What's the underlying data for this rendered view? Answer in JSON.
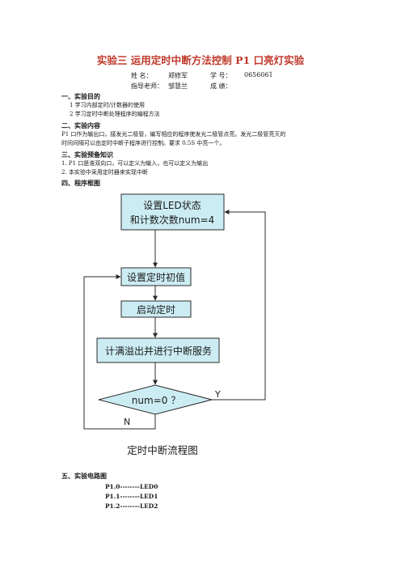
{
  "doc": {
    "title": "实验三  运用定时中断方法控制 P1 口亮灯实验",
    "info": {
      "name_label": "姓      名：",
      "name_value": "郑修军",
      "id_label": "学    号：",
      "id_value": "0656061",
      "teacher_label": "指导老师：",
      "teacher_value": "邹慧兰",
      "grade_label": "成    绩："
    },
    "sections": {
      "s1": {
        "heading": "一、实验目的",
        "lines": [
          "1 学习内部定时/计数器的使用",
          "2 学习定时中断处理程序的编程方法"
        ]
      },
      "s2": {
        "heading": "二、实验内容",
        "lines": [
          "P1 口作为输出口，接发光二极管，编写相应的程序使发光二极管点亮。发光二极管亮灭的",
          "时间间隔可以由定时中断子程序进行控制。要求 0.5S 中亮一个。"
        ]
      },
      "s3": {
        "heading": "三、实验预备知识",
        "lines": [
          "1.   P1 口是准双向口，可以定义为输入，也可以定义为输出",
          "2.   本实验中采用定时器来实现中断"
        ]
      },
      "s4": {
        "heading": "四、程序框图"
      },
      "s5": {
        "heading": "五、实验电路图",
        "lines": [
          "P1.0--------LED0",
          "P1.1--------LED1",
          "P1.2--------LED2"
        ]
      }
    },
    "flowchart": {
      "box1_line1": "设置LED状态",
      "box1_line2": "和计数次数num=4",
      "box2": "设置定时初值",
      "box3": "启动定时",
      "box4": "计满溢出并进行中断服务",
      "decision": "num=0  ？",
      "yes_label": "Y",
      "no_label": "N",
      "caption": "定时中断流程图",
      "box_fill": "#ccecf3",
      "stroke": "#2b2b2b"
    }
  }
}
